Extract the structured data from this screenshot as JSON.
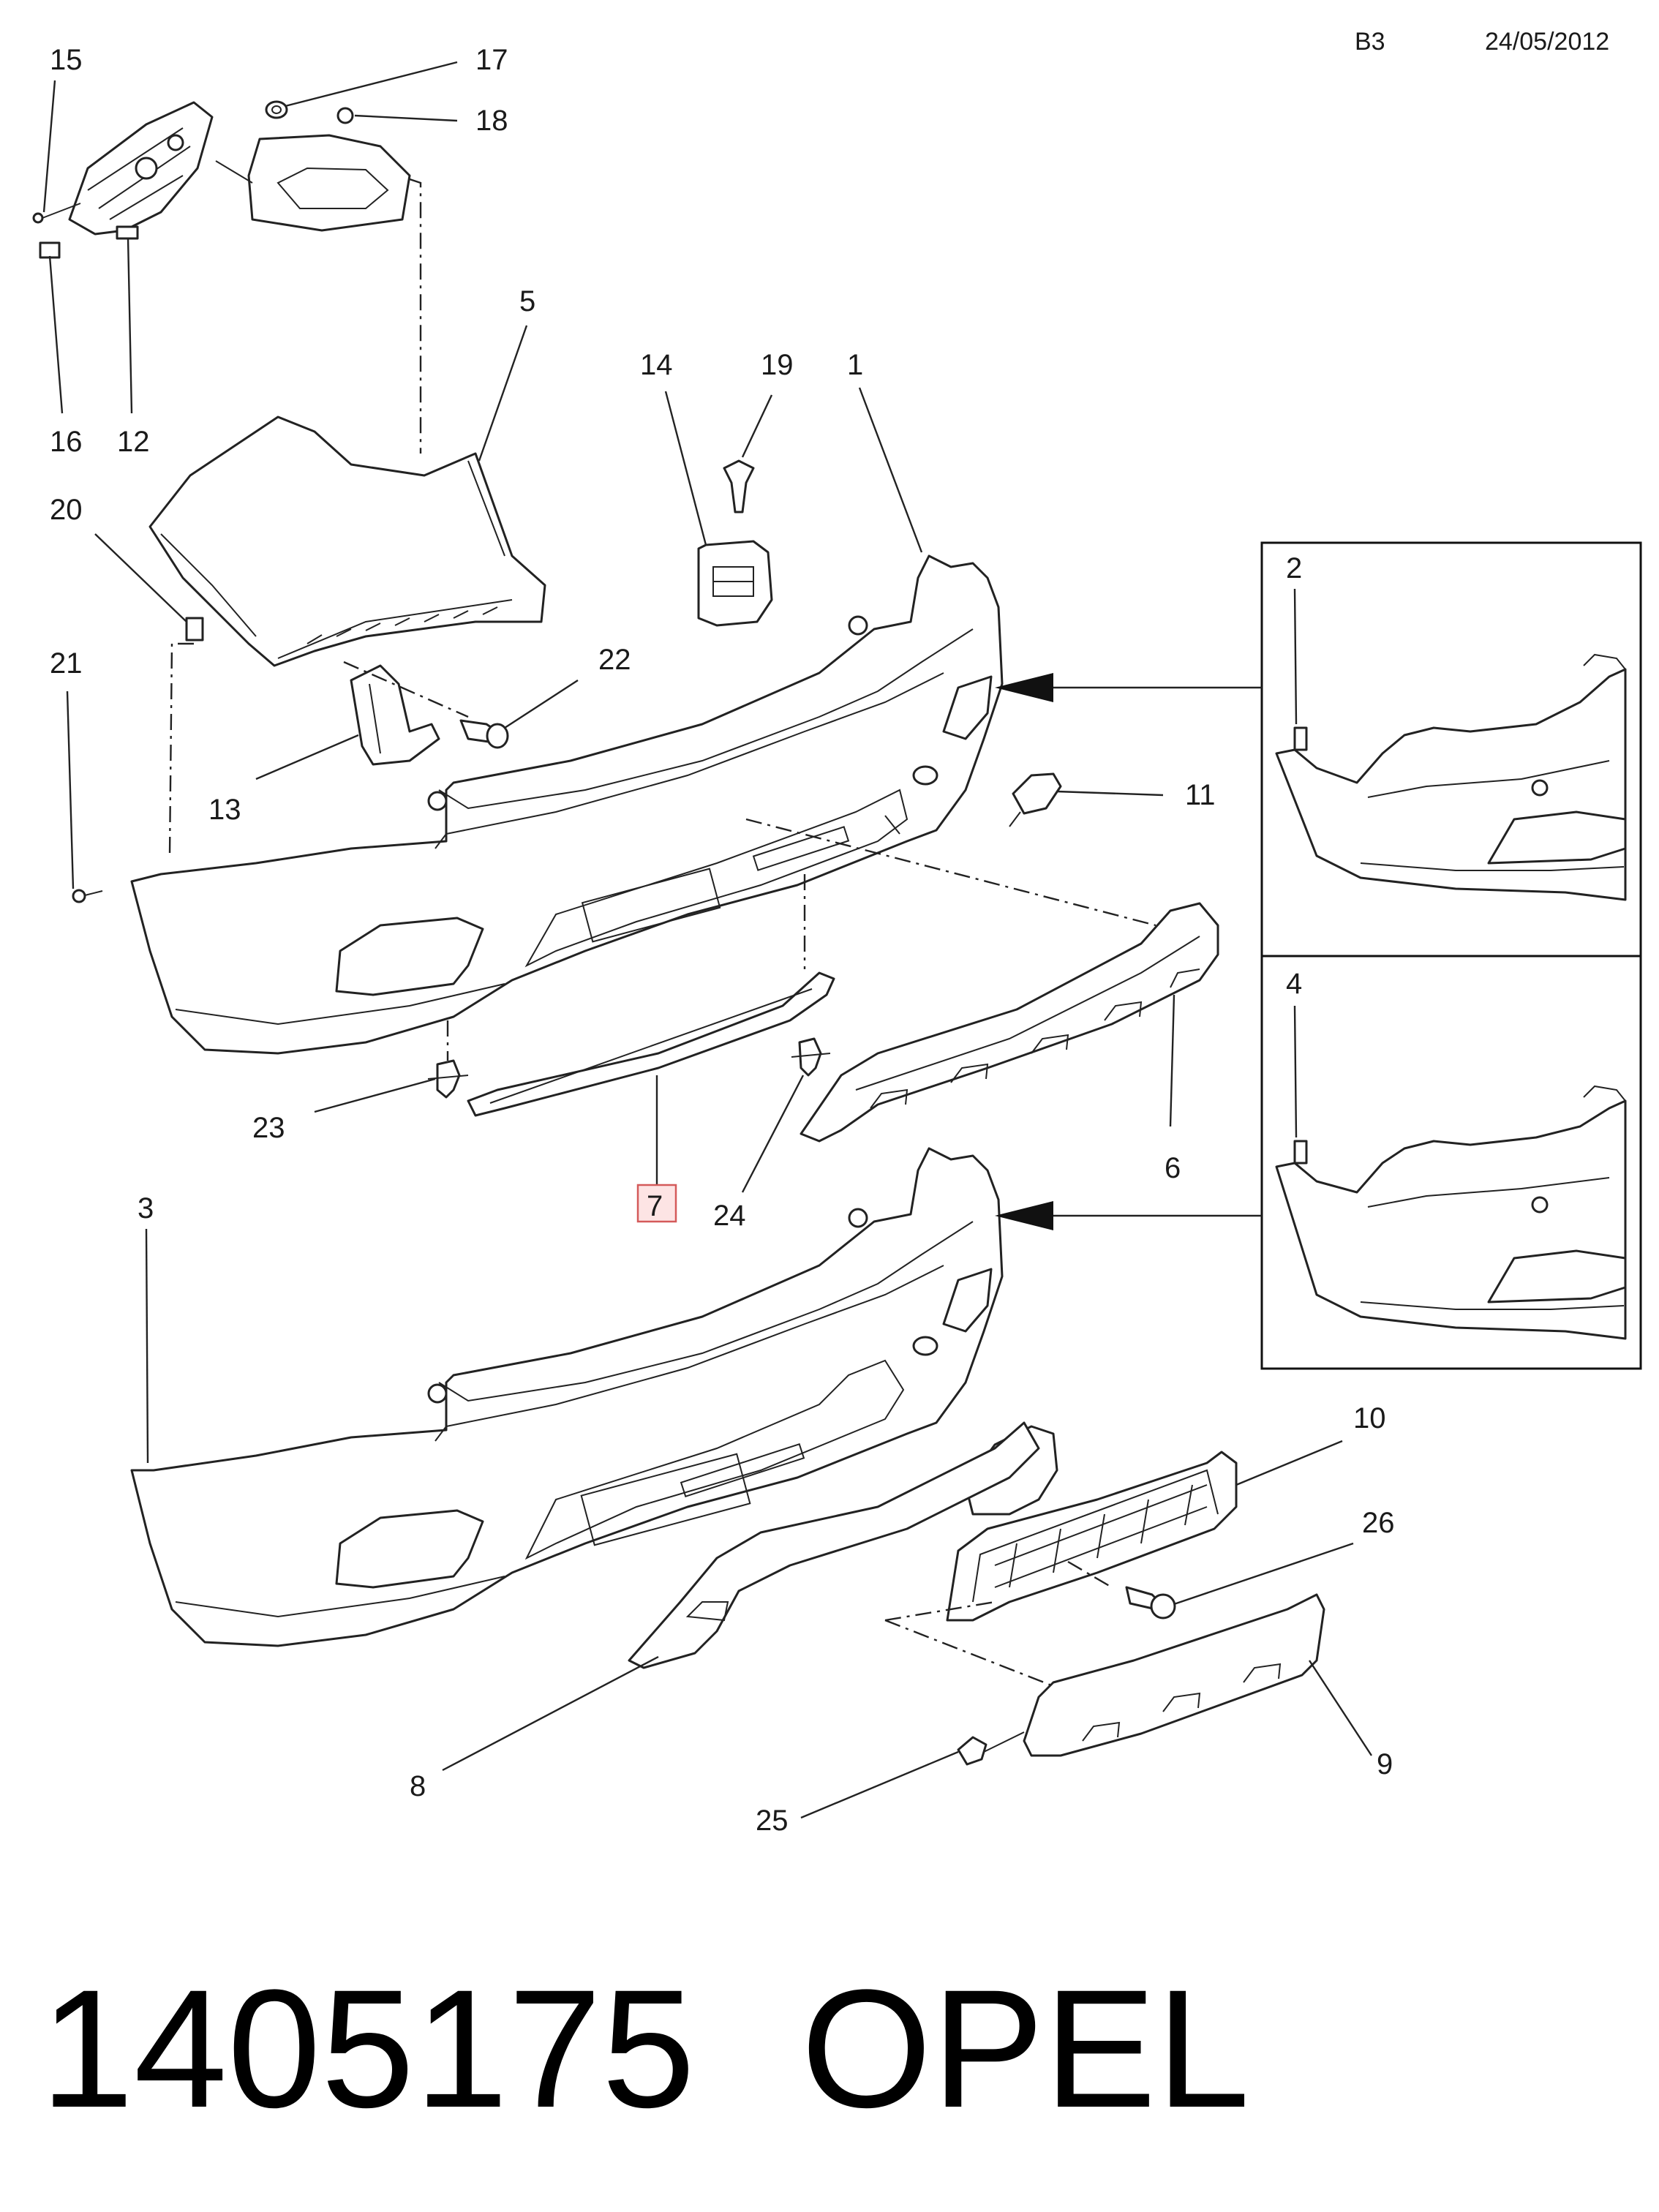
{
  "header": {
    "section_code": "B3",
    "date": "24/05/2012"
  },
  "footer": {
    "part_number": "1405175",
    "brand": "OPEL"
  },
  "highlighted_callout": "7",
  "callouts": {
    "c1": "1",
    "c2": "2",
    "c3": "3",
    "c4": "4",
    "c5": "5",
    "c6": "6",
    "c7": "7",
    "c8": "8",
    "c9": "9",
    "c10": "10",
    "c11": "11",
    "c12": "12",
    "c13": "13",
    "c14": "14",
    "c15": "15",
    "c16": "16",
    "c17": "17",
    "c18": "18",
    "c19": "19",
    "c20": "20",
    "c21": "21",
    "c22": "22",
    "c23": "23",
    "c24": "24",
    "c25": "25",
    "c26": "26"
  },
  "colors": {
    "line": "#222222",
    "highlight_fill": "#fde4e4",
    "highlight_stroke": "#d45a5a"
  }
}
